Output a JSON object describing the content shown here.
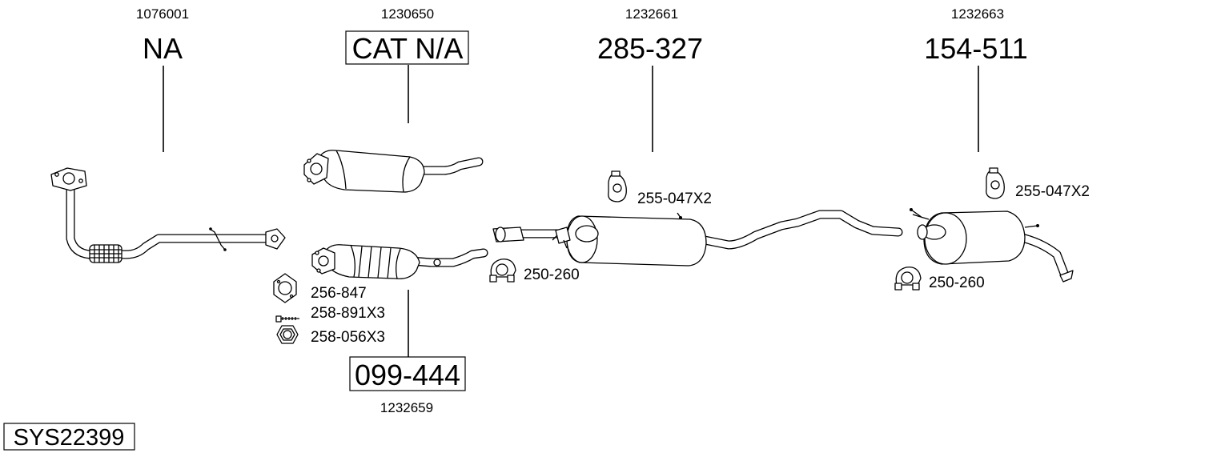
{
  "system": {
    "code": "SYS22399"
  },
  "columns": [
    {
      "id": "downpipe",
      "oem": "1076001",
      "ref": "NA",
      "boxed": false
    },
    {
      "id": "cat-upper",
      "oem": "1230650",
      "ref": "CAT N/A",
      "boxed": true
    },
    {
      "id": "middle",
      "oem": "1232661",
      "ref": "285-327",
      "boxed": false
    },
    {
      "id": "rear",
      "oem": "1232663",
      "ref": "154-511",
      "boxed": false
    },
    {
      "id": "cat-lower",
      "oem": "1232659",
      "ref": "099-444",
      "boxed": true
    }
  ],
  "accessories": [
    {
      "id": "gasket",
      "code": "256-847",
      "icon": "flange-gasket-icon"
    },
    {
      "id": "bolt",
      "code": "258-891X3",
      "icon": "bolt-icon"
    },
    {
      "id": "nut",
      "code": "258-056X3",
      "icon": "hex-nut-icon"
    },
    {
      "id": "clamp-front",
      "code": "250-260",
      "icon": "pipe-clamp-icon"
    },
    {
      "id": "hanger-middle",
      "code": "255-047X2",
      "icon": "rubber-hanger-icon"
    },
    {
      "id": "hanger-rear",
      "code": "255-047X2",
      "icon": "rubber-hanger-icon"
    },
    {
      "id": "clamp-rear",
      "code": "250-260",
      "icon": "pipe-clamp-icon"
    }
  ]
}
